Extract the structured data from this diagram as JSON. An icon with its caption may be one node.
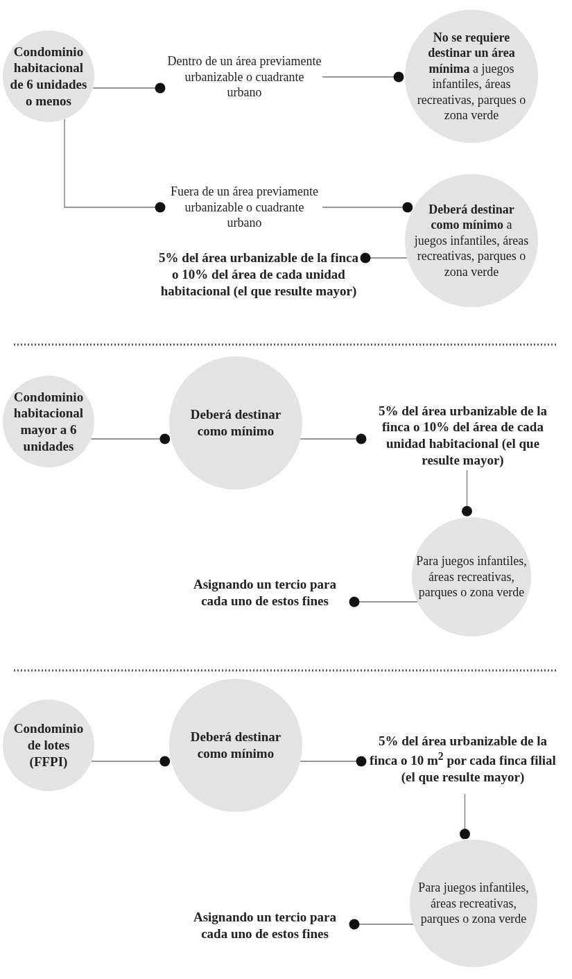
{
  "diagram": {
    "nodes": [
      {
        "text": [
          "Condominio habitacional de 6 unidades o menos"
        ]
      },
      {
        "text": [
          "Dentro de un área previamente urbanizable o cuadrante urbano"
        ]
      },
      {
        "text": [
          "**No se requiere destinar un área mínima** a juegos infantiles, áreas recreativas, parques o zona verde"
        ]
      },
      {
        "text": [
          "Fuera de un área previamente urbanizable o cuadrante urbano"
        ]
      },
      {
        "text": [
          "**Deberá destinar como mínimo** a juegos infantiles, áreas recreativas, parques o zona verde"
        ]
      },
      {
        "text": [
          "5% del área urbanizable de la finca o 10% del área de cada unidad habitacional (el que resulte mayor)"
        ]
      },
      {
        "text": [
          "Condominio habitacional mayor a 6 unidades"
        ]
      },
      {
        "text": [
          "Deberá destinar como mínimo"
        ]
      },
      {
        "text": [
          "5% del área urbanizable de la finca o 10% del área de cada unidad habitacional (el que resulte mayor)"
        ]
      },
      {
        "text": [
          "Para juegos infantiles, áreas recreativas, parques o zona verde"
        ]
      },
      {
        "text": [
          "Asignando un tercio para cada uno de estos fines"
        ]
      },
      {
        "text": [
          "Condominio de lotes (FFPI)"
        ]
      },
      {
        "text": [
          "Deberá destinar como mínimo"
        ]
      },
      {
        "text": [
          "5% del área urbanizable de la finca o 10 m$^{2}$ por cada finca filial (el que resulte mayor)"
        ]
      },
      {
        "text": [
          "Para juegos infantiles, áreas recreativas, parques o zona verde"
        ]
      },
      {
        "text": [
          "Asignando un tercio para cada uno de estos fines"
        ]
      }
    ],
    "edges": [
      {
        "from": 0,
        "to": 1,
        "arrow": "other"
      },
      {
        "from": 1,
        "to": 2,
        "arrow": "other"
      },
      {
        "from": 0,
        "to": 3,
        "arrow": "other"
      },
      {
        "from": 3,
        "to": 4,
        "arrow": "other"
      },
      {
        "from": 4,
        "to": 5,
        "arrow": "other"
      },
      {
        "from": 6,
        "to": 7,
        "arrow": "other"
      },
      {
        "from": 7,
        "to": 8,
        "arrow": "other"
      },
      {
        "from": 8,
        "to": 9,
        "arrow": "other"
      },
      {
        "from": 9,
        "to": 10,
        "arrow": "other"
      },
      {
        "from": 11,
        "to": 12,
        "arrow": "other"
      },
      {
        "from": 12,
        "to": 13,
        "arrow": "other"
      },
      {
        "from": 13,
        "to": 14,
        "arrow": "other"
      },
      {
        "from": 14,
        "to": 15,
        "arrow": "other"
      }
    ]
  }
}
